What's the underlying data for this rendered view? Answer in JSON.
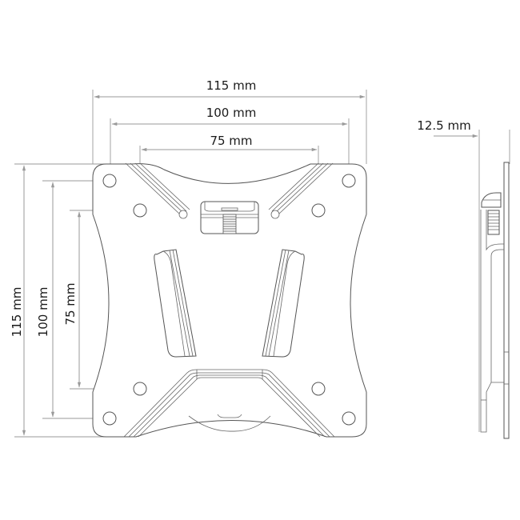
{
  "drawing": {
    "subject": "VESA wall mount plate – front and side view",
    "line_color": "#555555",
    "dimension_color": "#9a9a9a"
  },
  "dimensions": {
    "horizontal": [
      {
        "label": "115 mm",
        "value_mm": 115
      },
      {
        "label": "100 mm",
        "value_mm": 100
      },
      {
        "label": "75 mm",
        "value_mm": 75
      }
    ],
    "vertical": [
      {
        "label": "115 mm",
        "value_mm": 115
      },
      {
        "label": "100 mm",
        "value_mm": 100
      },
      {
        "label": "75 mm",
        "value_mm": 75
      }
    ],
    "depth": {
      "label": "12.5 mm",
      "value_mm": 12.5
    }
  }
}
